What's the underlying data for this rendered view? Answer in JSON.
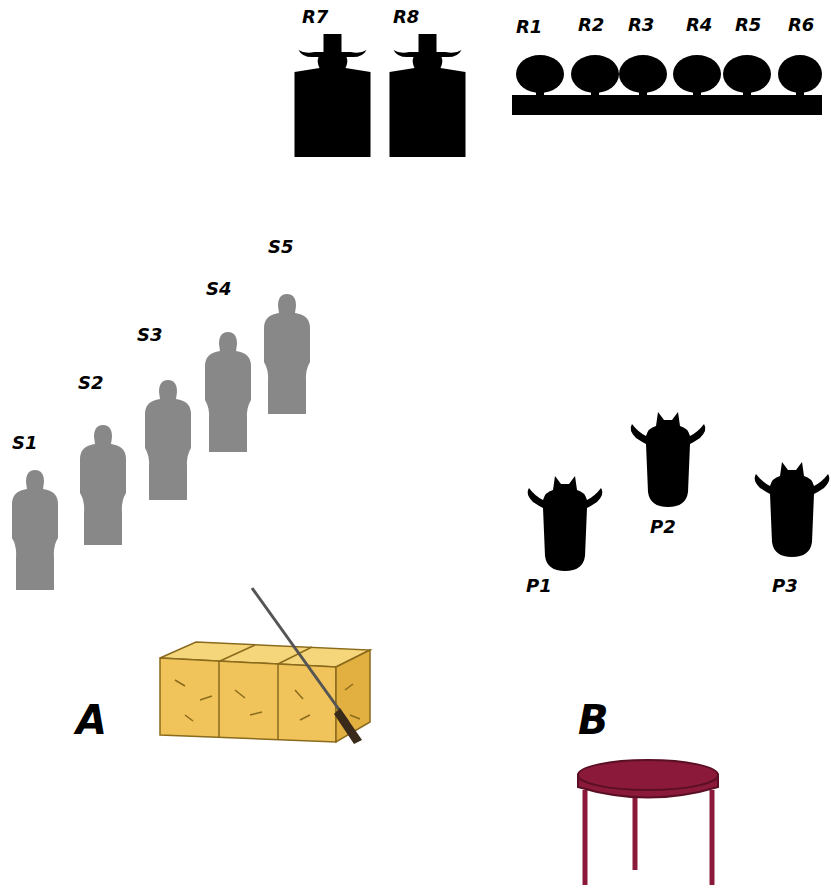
{
  "diagram": {
    "labels": [
      "R7",
      "R8",
      "R1",
      "R2",
      "R3",
      "R4",
      "R5",
      "R6",
      "S5",
      "S4",
      "S3",
      "S2",
      "S1",
      "P2",
      "P1",
      "P3",
      "A",
      "B"
    ]
  }
}
